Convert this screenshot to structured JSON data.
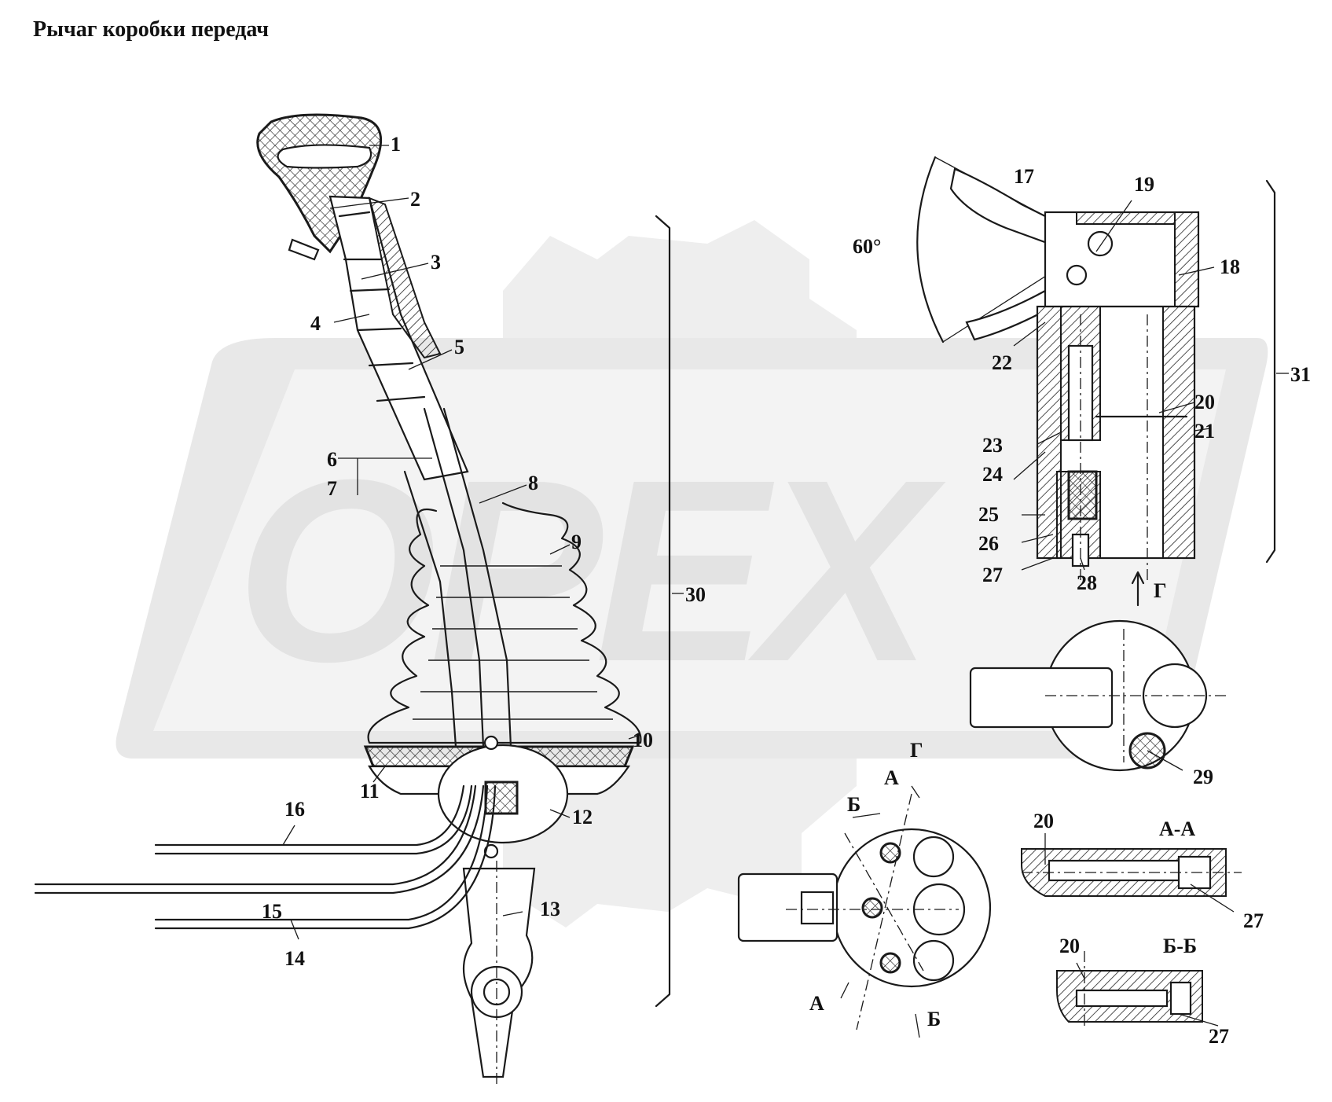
{
  "title": "Рычаг коробки передач",
  "labels": [
    "1",
    "2",
    "3",
    "4",
    "5",
    "6",
    "7",
    "8",
    "9",
    "10",
    "11",
    "12",
    "13",
    "14",
    "15",
    "16",
    "17",
    "18",
    "19",
    "20",
    "21",
    "22",
    "23",
    "24",
    "25",
    "26",
    "27",
    "28",
    "29",
    "30",
    "31"
  ],
  "angle": "60°",
  "view_g": "Г",
  "section_a": "А",
  "section_b": "Б",
  "section_aa": "А-А",
  "section_bb": "Б-Б",
  "section_aa_labels": [
    "20",
    "27"
  ],
  "section_bb_labels": [
    "20",
    "27"
  ],
  "watermark": "OPEX"
}
